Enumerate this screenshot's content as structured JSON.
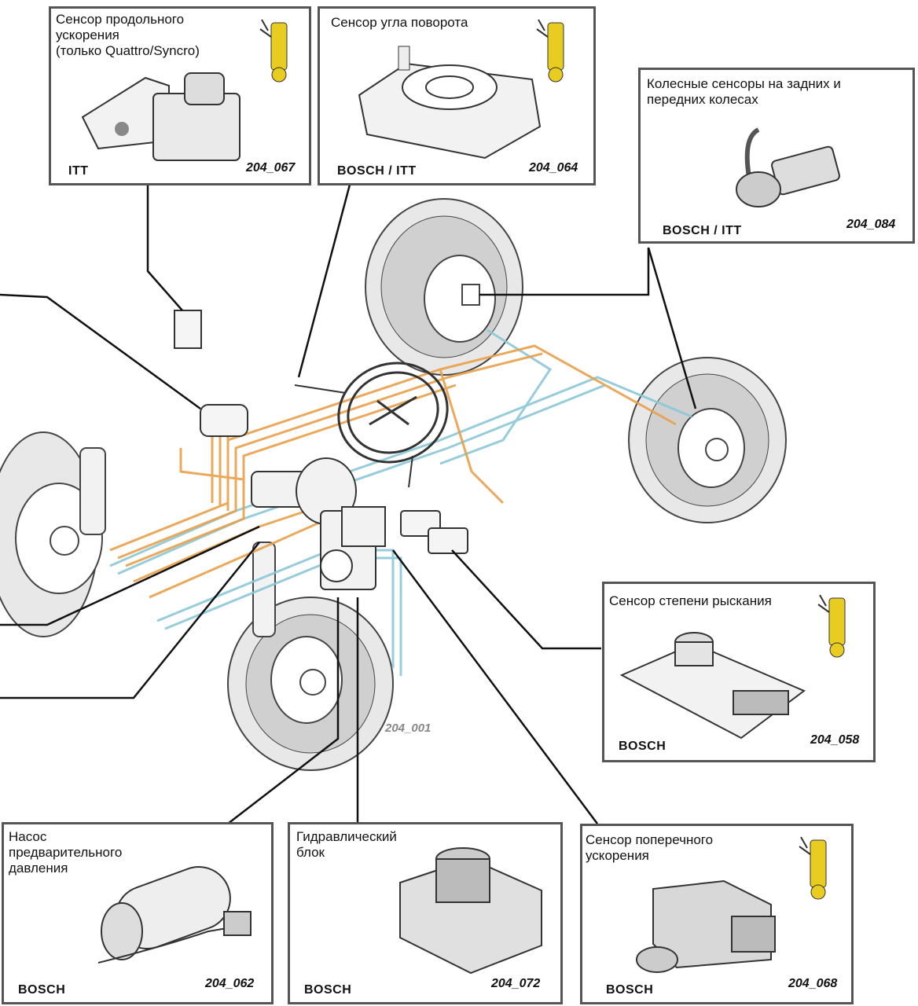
{
  "diagram": {
    "figure_code": "204_001",
    "components": [
      {
        "title": "Сенсор продольного\nускорения\n(только Quattro/Syncro)",
        "maker": "ITT",
        "code": "204_067",
        "icon": "sensor-mascot-icon"
      },
      {
        "title": "Сенсор угла поворота",
        "maker": "BOSCH / ITT",
        "code": "204_064",
        "icon": "sensor-mascot-icon"
      },
      {
        "title": "Колесные сенсоры на задних и\nпередних колесах",
        "maker": "BOSCH / ITT",
        "code": "204_084"
      },
      {
        "title": "Сенсор степени рыскания",
        "maker": "BOSCH",
        "code": "204_058",
        "icon": "sensor-mascot-icon"
      },
      {
        "title": "Насос\nпредварительного\nдавления",
        "maker": "BOSCH",
        "code": "204_062"
      },
      {
        "title": "Гидравлический\n блок",
        "maker": "BOSCH",
        "code": "204_072"
      },
      {
        "title": "Сенсор поперечного\nускорения",
        "maker": "BOSCH",
        "code": "204_068",
        "icon": "sensor-mascot-icon"
      }
    ],
    "colors": {
      "wiring_orange": "#e8a04a",
      "hydraulic_blue": "#8cc8d8",
      "mascot_yellow": "#e8cc20"
    }
  }
}
